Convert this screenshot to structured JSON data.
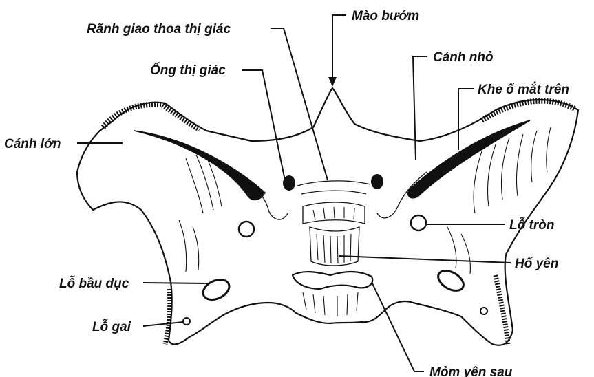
{
  "diagram": {
    "labels": {
      "mao_buom": "Mào bướm",
      "ranh_giao_thoa": "Rãnh giao thoa thị giác",
      "canh_nho": "Cánh nhỏ",
      "ong_thi_giac": "Ống thị giác",
      "khe_o_mat_tren": "Khe ổ mắt trên",
      "canh_lon": "Cánh lớn",
      "lo_tron": "Lỗ tròn",
      "ho_yen": "Hố yên",
      "lo_bau_duc": "Lỗ bầu dục",
      "lo_gai": "Lỗ gai",
      "mom_yen_sau": "Mỏm yên sau"
    }
  }
}
